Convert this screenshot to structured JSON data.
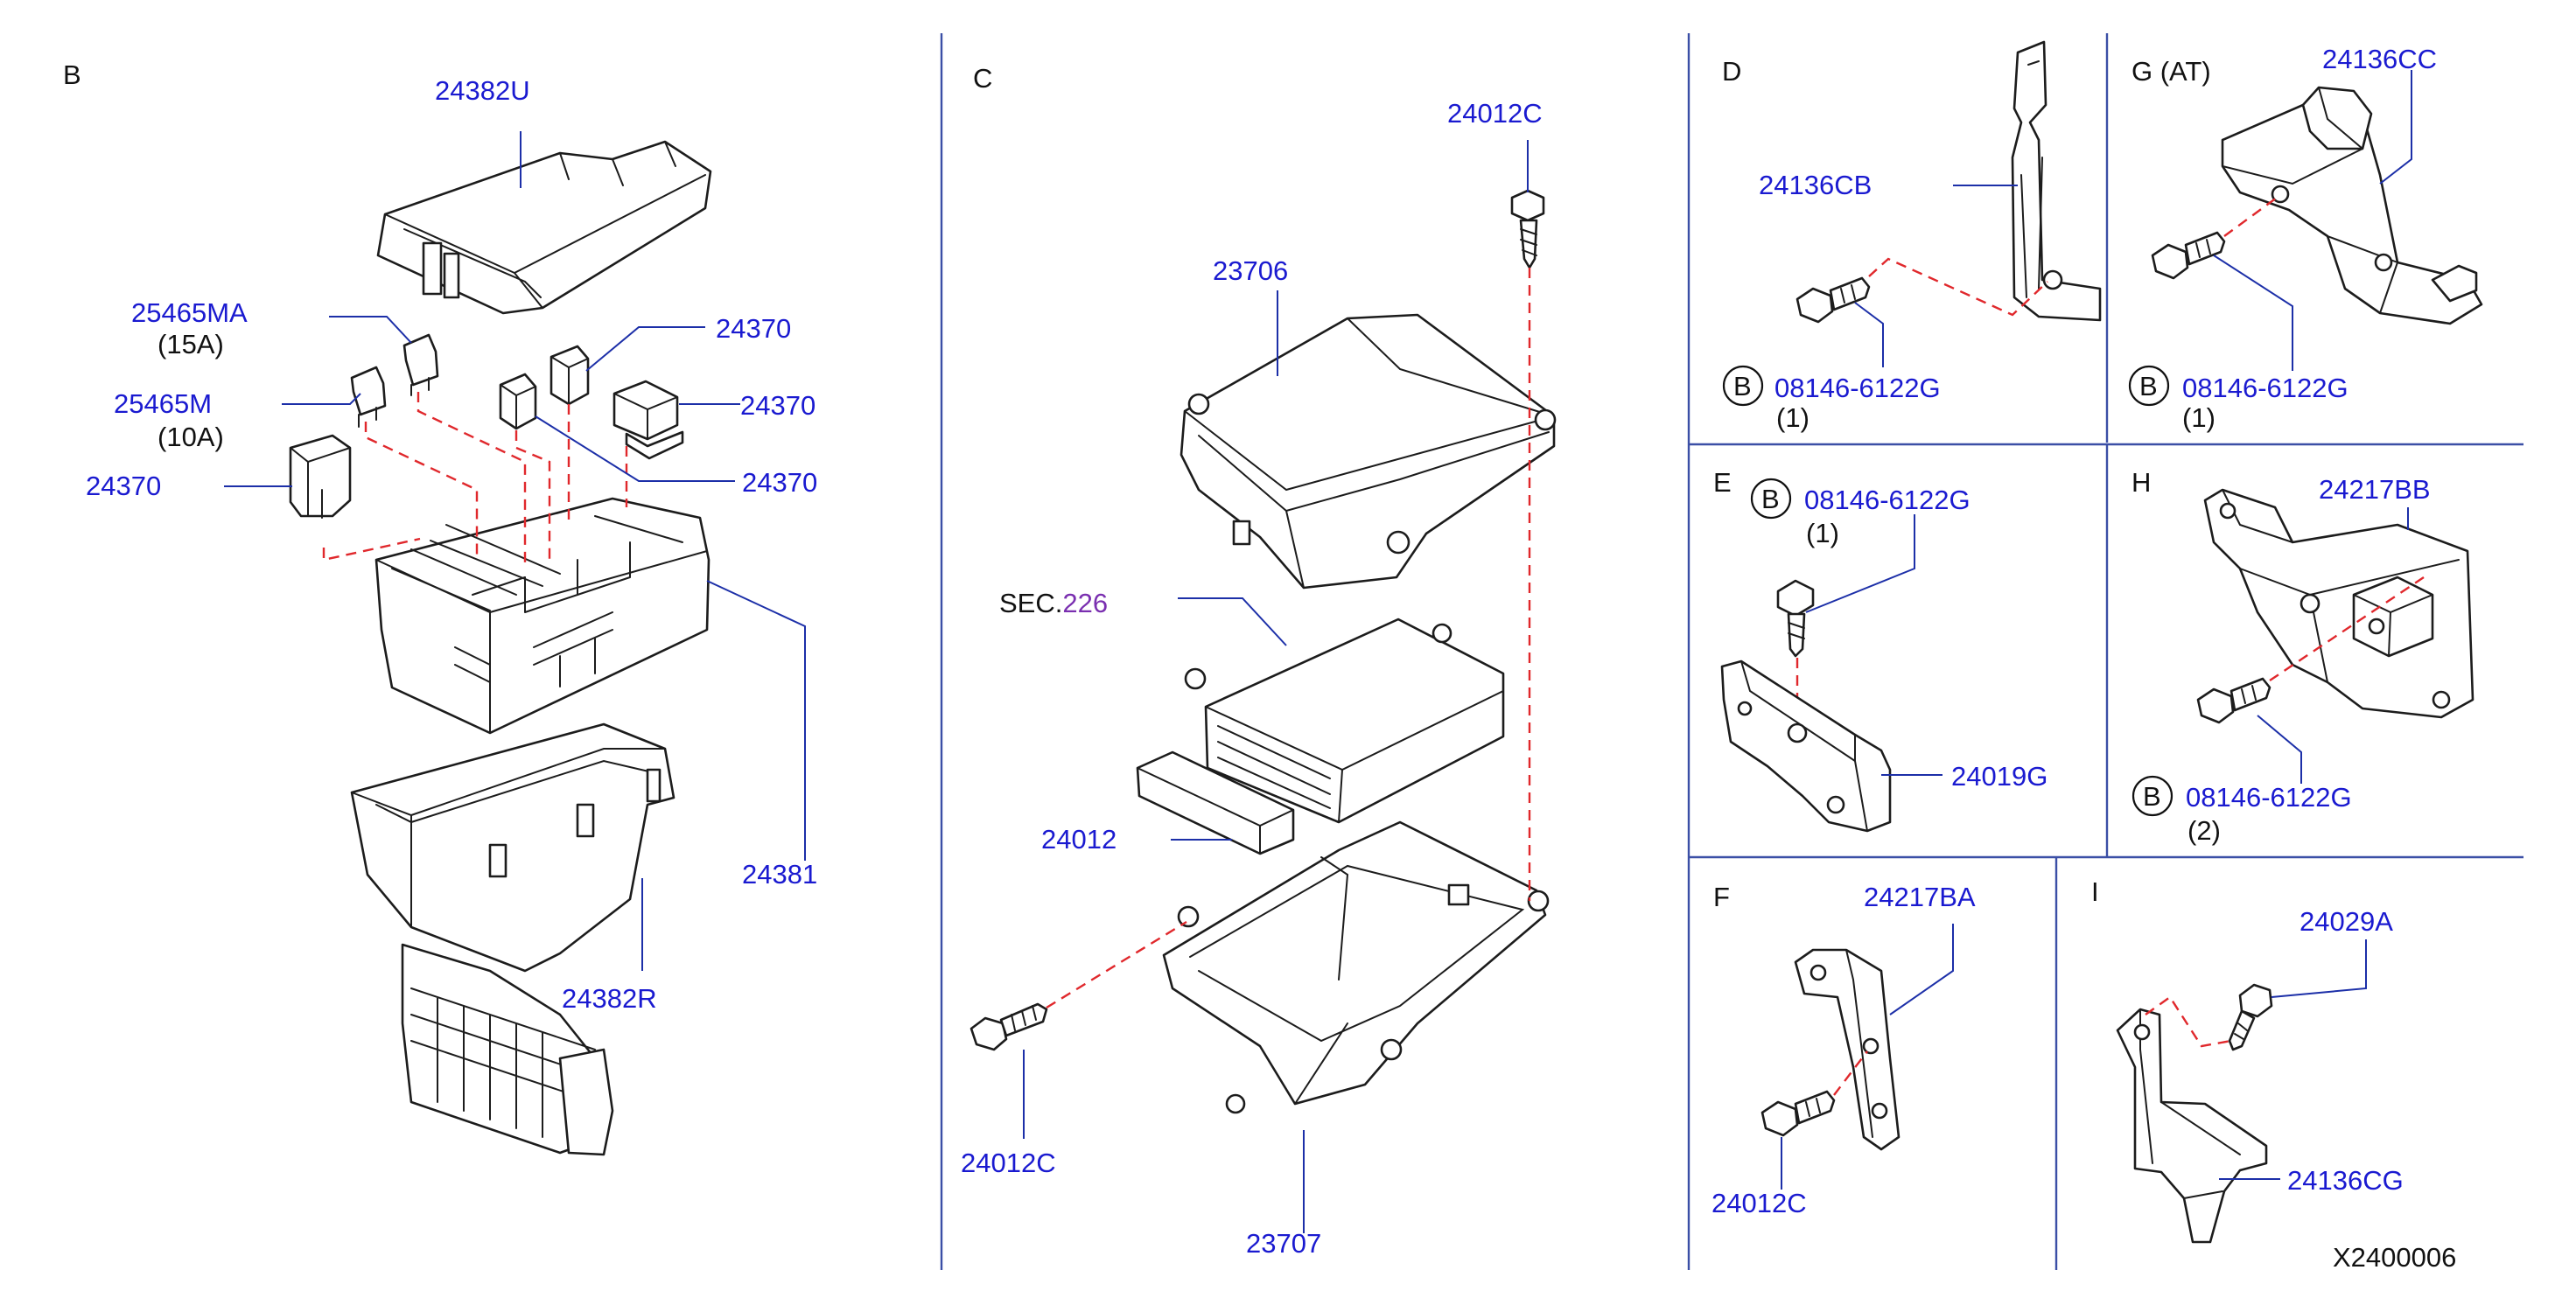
{
  "sections": {
    "B": "B",
    "C": "C",
    "D": "D",
    "E": "E",
    "F": "F",
    "G": "G (AT)",
    "H": "H",
    "I": "I"
  },
  "labels": {
    "p24382U": "24382U",
    "p25465MA": "25465MA",
    "a15": "(15A)",
    "p25465M": "25465M",
    "a10": "(10A)",
    "p24370_left": "24370",
    "p24370_top": "24370",
    "p24370_mid": "24370",
    "p24370_low": "24370",
    "p24381": "24381",
    "p24382R": "24382R",
    "p24012C_top": "24012C",
    "p23706": "23706",
    "sec_prefix": "SEC.",
    "sec_num": "226",
    "p24012": "24012",
    "p24012C_bot": "24012C",
    "p23707": "23707",
    "p24136CB": "24136CB",
    "bolt_D": "08146-6122G",
    "qty_D": "(1)",
    "p24136CC": "24136CC",
    "bolt_G": "08146-6122G",
    "qty_G": "(1)",
    "bolt_E": "08146-6122G",
    "qty_E": "(1)",
    "p24019G": "24019G",
    "p24217BB": "24217BB",
    "bolt_H": "08146-6122G",
    "qty_H": "(2)",
    "p24217BA": "24217BA",
    "p24012C_F": "24012C",
    "p24029A": "24029A",
    "p24136CG": "24136CG",
    "b_symbol": "B",
    "drawing_no": "X2400006"
  },
  "colors": {
    "part_number": "#1a1ad0",
    "text": "#111111",
    "sec_number": "#7a2fb0",
    "dashed_line": "#e0282c",
    "leader": "#1c2fa8",
    "divider": "#3b4fa6"
  }
}
